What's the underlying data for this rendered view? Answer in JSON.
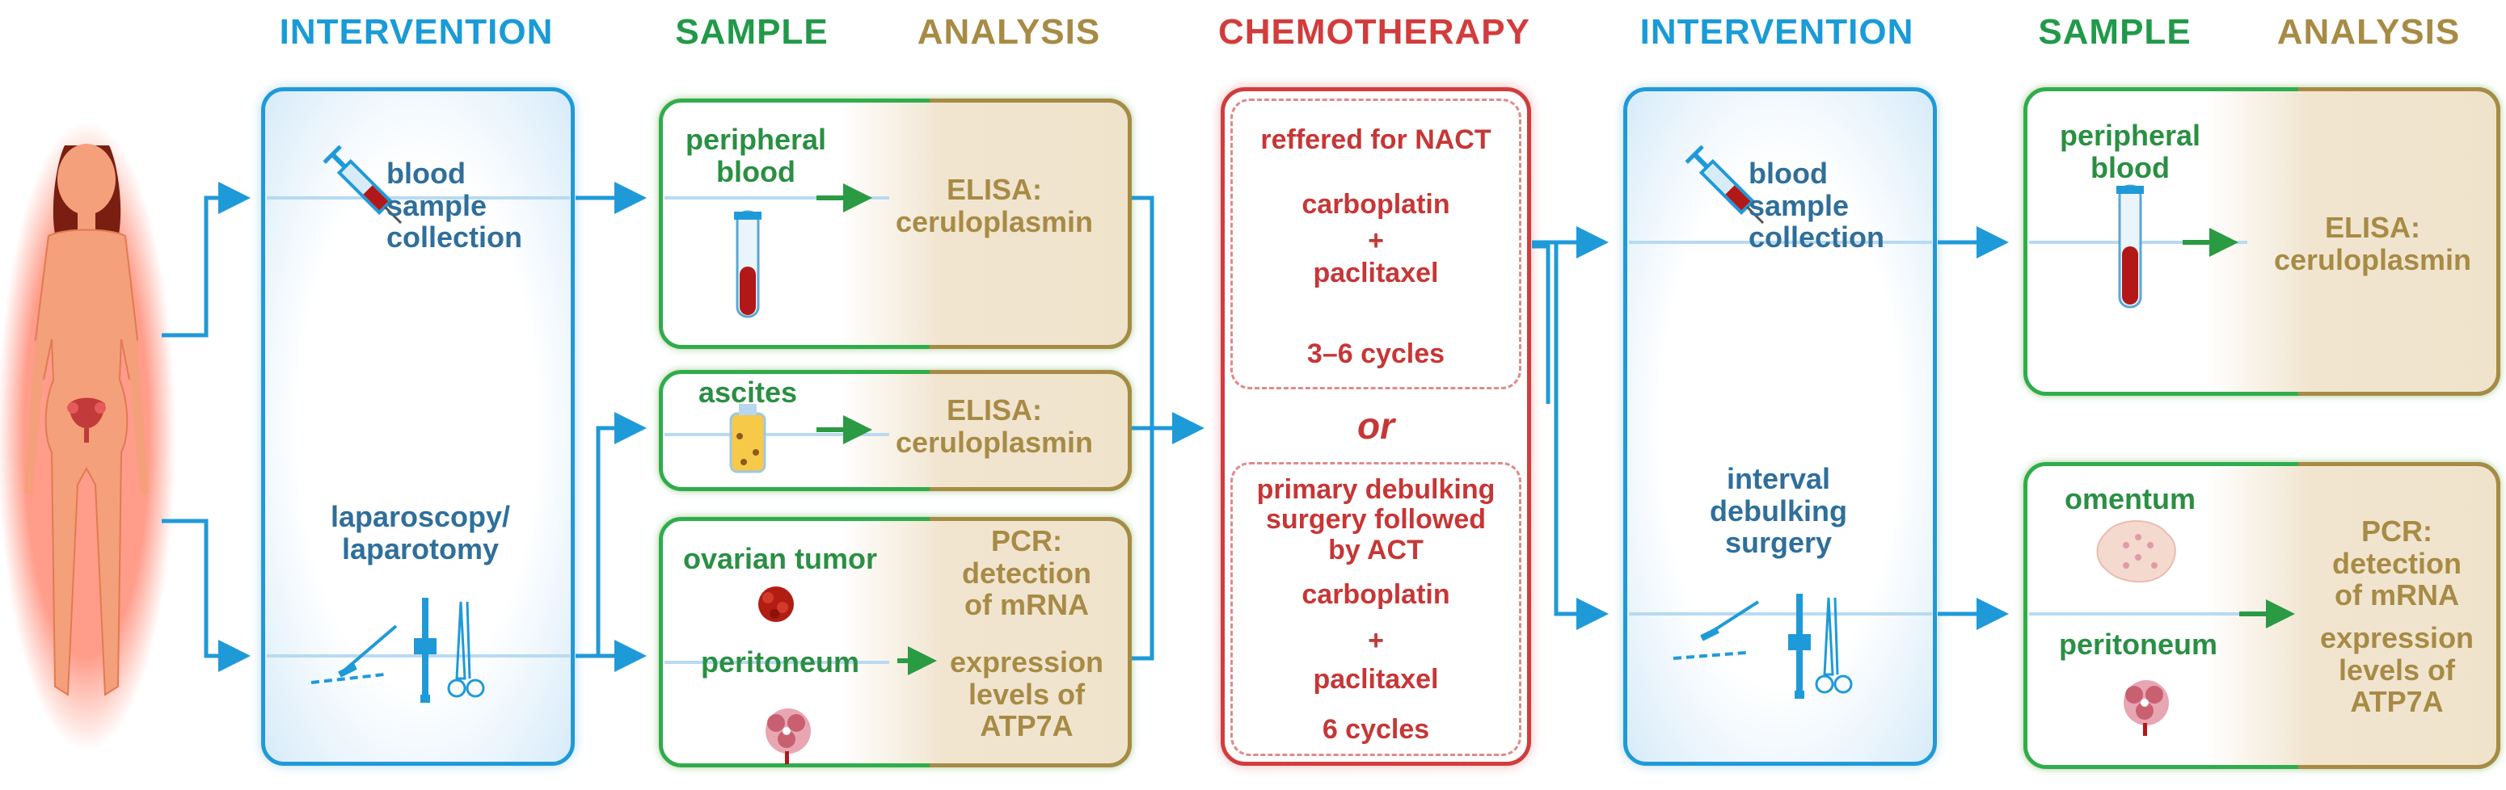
{
  "headers": {
    "intervention1": "INTERVENTION",
    "sample1": "SAMPLE",
    "analysis1": "ANALYSIS",
    "chemotherapy": "CHEMOTHERAPY",
    "intervention2": "INTERVENTION",
    "sample2": "SAMPLE",
    "analysis2": "ANALYSIS"
  },
  "intervention1": {
    "blood_collection": "blood\nsample\ncollection",
    "laparoscopy": "laparoscopy/\nlaparotomy"
  },
  "sample_panel_1": {
    "sample": "peripheral\nblood",
    "analysis": "ELISA:\nceruloplasmin"
  },
  "sample_panel_2": {
    "sample": "ascites",
    "analysis": "ELISA:\nceruloplasmin"
  },
  "sample_panel_3": {
    "sample_a": "ovarian tumor",
    "sample_b": "peritoneum",
    "analysis_a": "PCR:\ndetection\nof mRNA",
    "analysis_b": "expression\nlevels of\nATP7A"
  },
  "chemotherapy": {
    "option1_title": "reffered for NACT",
    "option1_drug1": "carboplatin",
    "option1_plus": "+",
    "option1_drug2": "paclitaxel",
    "option1_cycles": "3–6 cycles",
    "or_label": "or",
    "option2_title": "primary debulking\nsurgery followed\nby ACT",
    "option2_drug1": "carboplatin",
    "option2_plus": "+",
    "option2_drug2": "paclitaxel",
    "option2_cycles": "6 cycles"
  },
  "intervention2": {
    "blood_collection": "blood\nsample\ncollection",
    "surgery": "interval\ndebulking\nsurgery"
  },
  "sample_panel_4": {
    "sample": "peripheral\nblood",
    "analysis": "ELISA:\nceruloplasmin"
  },
  "sample_panel_5": {
    "sample_a": "omentum",
    "sample_b": "peritoneum",
    "analysis_a": "PCR:\ndetection\nof mRNA",
    "analysis_b": "expression\nlevels of\nATP7A"
  },
  "colors": {
    "intervention": "#1a9bd7",
    "sample": "#22994a",
    "analysis": "#a78b45",
    "chemotherapy": "#d23c3c",
    "flow_arrow": "#1f9ad8",
    "sample_arrow": "#2a9a43"
  },
  "icons": [
    "female-figure-icon",
    "syringe-icon",
    "scalpel-icon",
    "forceps-icon",
    "scissors-icon",
    "blood-tube-icon",
    "ascites-bottle-icon",
    "tumor-icon",
    "peritoneum-icon",
    "omentum-icon"
  ]
}
